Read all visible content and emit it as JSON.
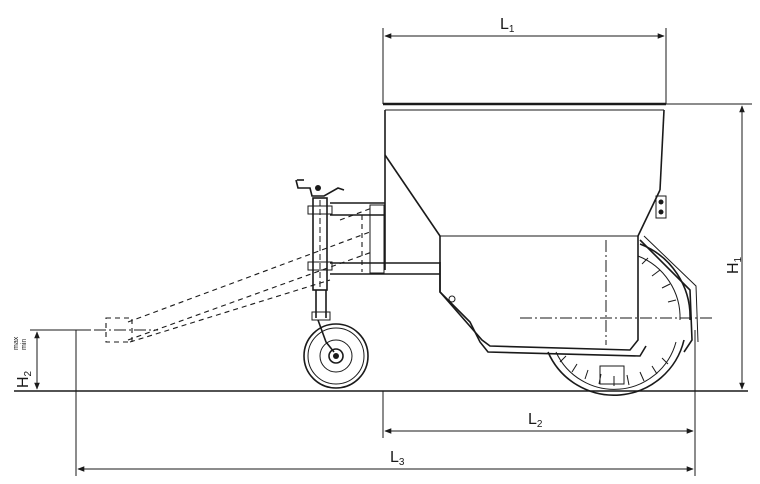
{
  "dimensions": {
    "L1": {
      "letter": "L",
      "index": "1"
    },
    "L2": {
      "letter": "L",
      "index": "2"
    },
    "L3": {
      "letter": "L",
      "index": "3"
    },
    "H1": {
      "letter": "H",
      "index": "1"
    },
    "H2": {
      "letter": "H",
      "index": "2",
      "max": "max",
      "min": "min"
    }
  },
  "colors": {
    "ink": "#1a1a1a",
    "background": "#ffffff"
  }
}
